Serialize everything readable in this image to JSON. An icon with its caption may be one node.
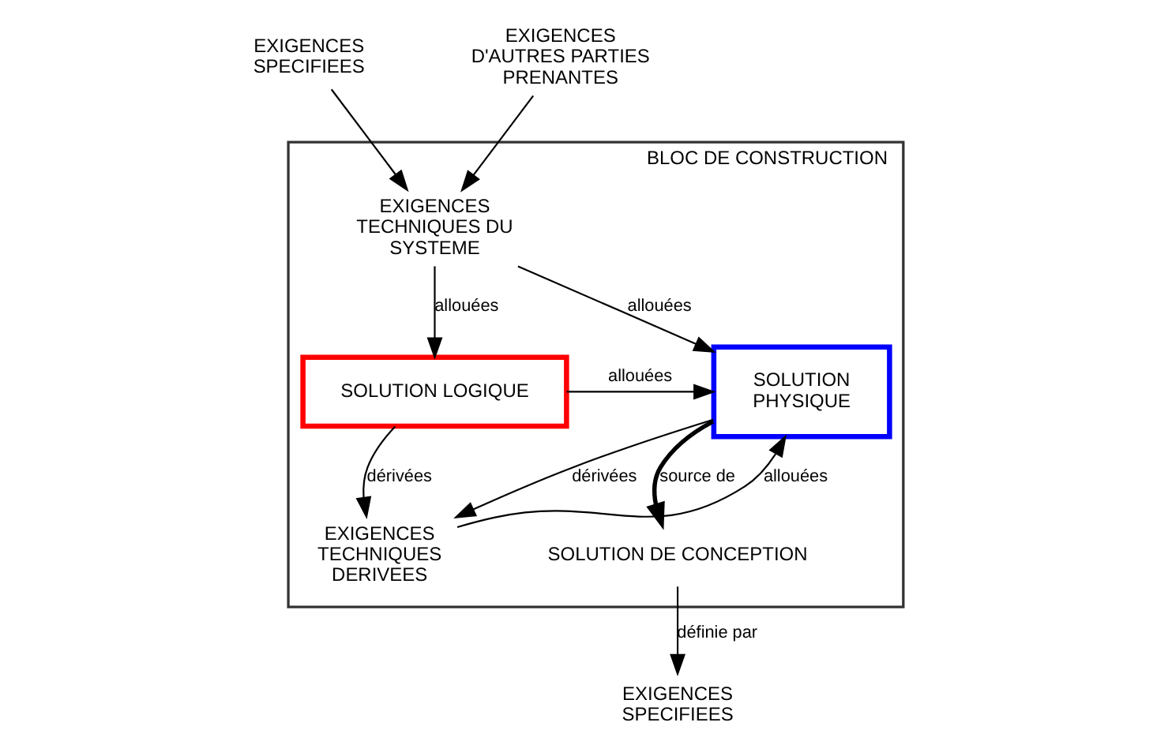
{
  "diagram": {
    "nodes": [
      {
        "text": [
          "BLOC DE CONSTRUCTION"
        ]
      },
      {
        "text": [
          "EXIGENCES SPECIFIEES"
        ]
      },
      {
        "text": [
          "EXIGENCES D'AUTRES PARTIES PRENANTES"
        ]
      },
      {
        "text": [
          "EXIGENCES TECHNIQUES DU SYSTEME"
        ],
        "in": 0
      },
      {
        "text": [
          "SOLUTION LOGIQUE"
        ],
        "in": 0
      },
      {
        "text": [
          "SOLUTION PHYSIQUE"
        ],
        "in": 0
      },
      {
        "text": [
          "EXIGENCES TECHNIQUES DERIVEES"
        ],
        "in": 0
      },
      {
        "text": [
          "SOLUTION DE CONCEPTION"
        ],
        "in": 0
      },
      {
        "text": [
          "EXIGENCES SPECIFIEES"
        ]
      }
    ],
    "edges": [
      {
        "from": 1,
        "to": 3,
        "arrow": "to"
      },
      {
        "from": 2,
        "to": 3,
        "arrow": "to"
      },
      {
        "from": 3,
        "to": 4,
        "arrow": "to",
        "label": "allouées"
      },
      {
        "from": 3,
        "to": 5,
        "arrow": "to",
        "label": "allouées"
      },
      {
        "from": 4,
        "to": 5,
        "arrow": "to",
        "label": "allouées"
      },
      {
        "from": 4,
        "to": 6,
        "arrow": "to",
        "label": "dérivées"
      },
      {
        "from": 5,
        "to": 6,
        "arrow": "to",
        "label": "dérivées"
      },
      {
        "from": 6,
        "to": 5,
        "arrow": "to",
        "label": "allouées"
      },
      {
        "from": 5,
        "to": 7,
        "arrow": "to",
        "label": "source de",
        "style": "thick"
      },
      {
        "from": 7,
        "to": 8,
        "arrow": "to",
        "label": "définie par"
      }
    ]
  }
}
